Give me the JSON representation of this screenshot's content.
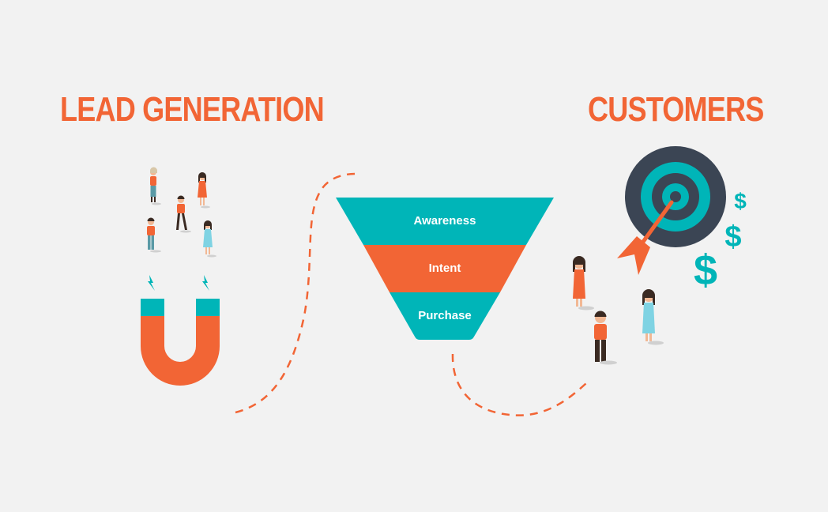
{
  "headings": {
    "lead_generation": "LEAD GENERATION",
    "customers": "CUSTOMERS"
  },
  "funnel": {
    "stages": [
      "Awareness",
      "Intent",
      "Purchase"
    ]
  },
  "currency": {
    "symbol": "$"
  },
  "colors": {
    "accent_orange": "#f26535",
    "teal": "#00b5b8",
    "target_dark": "#3b4554",
    "background": "#f2f2f2",
    "figure_light_blue": "#7fd3e3",
    "figure_dark": "#3a2a22"
  },
  "icons": {
    "magnet": "magnet-icon",
    "target": "target-icon",
    "arrow": "arrow-icon"
  }
}
